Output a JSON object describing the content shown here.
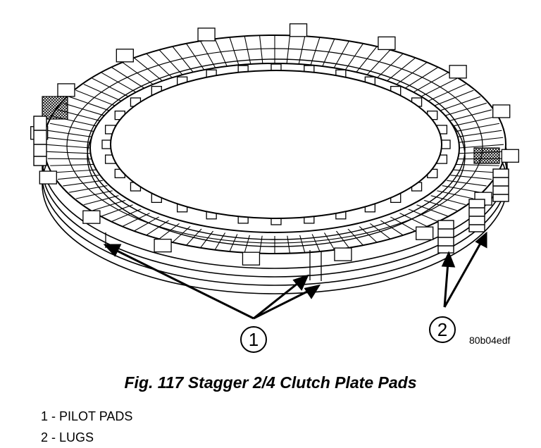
{
  "callouts": [
    {
      "number": "1"
    },
    {
      "number": "2"
    }
  ],
  "image_code": "80b04edf",
  "caption": "Fig. 117 Stagger 2/4 Clutch Plate Pads",
  "legend": [
    {
      "text": "1 - PILOT PADS"
    },
    {
      "text": "2 - LUGS"
    }
  ]
}
